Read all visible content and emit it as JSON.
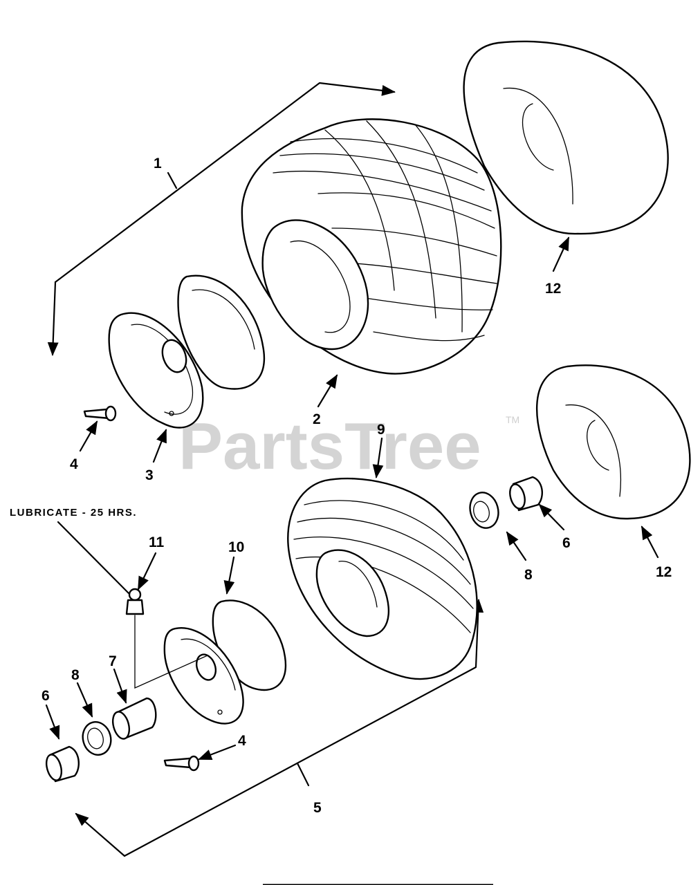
{
  "watermark": {
    "text": "PartsTree",
    "trademark": "TM"
  },
  "note": {
    "text": "LUBRICATE - 25 HRS."
  },
  "callouts": [
    {
      "id": "c1",
      "text": "1"
    },
    {
      "id": "c2",
      "text": "2"
    },
    {
      "id": "c3",
      "text": "3"
    },
    {
      "id": "c4a",
      "text": "4"
    },
    {
      "id": "c4b",
      "text": "4"
    },
    {
      "id": "c5",
      "text": "5"
    },
    {
      "id": "c6a",
      "text": "6"
    },
    {
      "id": "c6b",
      "text": "6"
    },
    {
      "id": "c7",
      "text": "7"
    },
    {
      "id": "c8a",
      "text": "8"
    },
    {
      "id": "c8b",
      "text": "8"
    },
    {
      "id": "c9",
      "text": "9"
    },
    {
      "id": "c10",
      "text": "10"
    },
    {
      "id": "c11",
      "text": "11"
    },
    {
      "id": "c12a",
      "text": "12"
    },
    {
      "id": "c12b",
      "text": "12"
    }
  ]
}
